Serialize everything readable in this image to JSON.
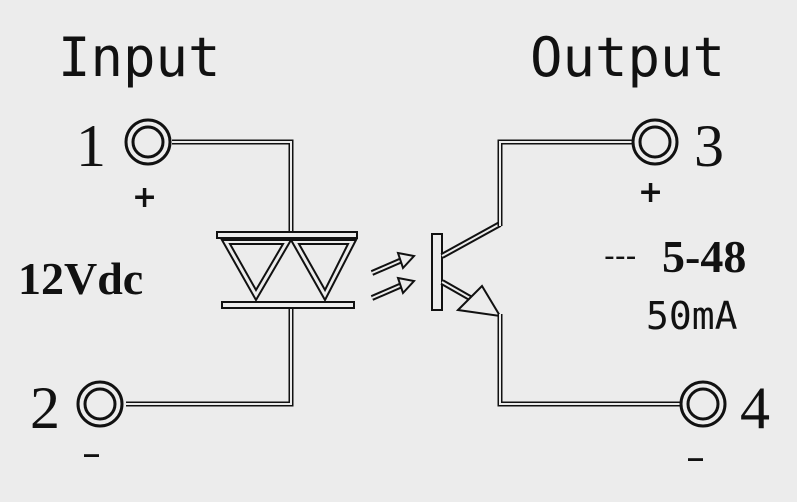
{
  "input": {
    "title": "Input",
    "voltage": "12Vdc"
  },
  "output": {
    "title": "Output",
    "voltage": "5-48",
    "current": "50mA",
    "dc_symbol": "---"
  },
  "terminals": {
    "t1": {
      "number": "1",
      "sign": "+"
    },
    "t2": {
      "number": "2",
      "sign": "_"
    },
    "t3": {
      "number": "3",
      "sign": "+"
    },
    "t4": {
      "number": "4",
      "sign": "_"
    }
  },
  "icons": [
    "terminal-icon",
    "diode-icon",
    "light-arrow-icon",
    "phototransistor-icon"
  ]
}
